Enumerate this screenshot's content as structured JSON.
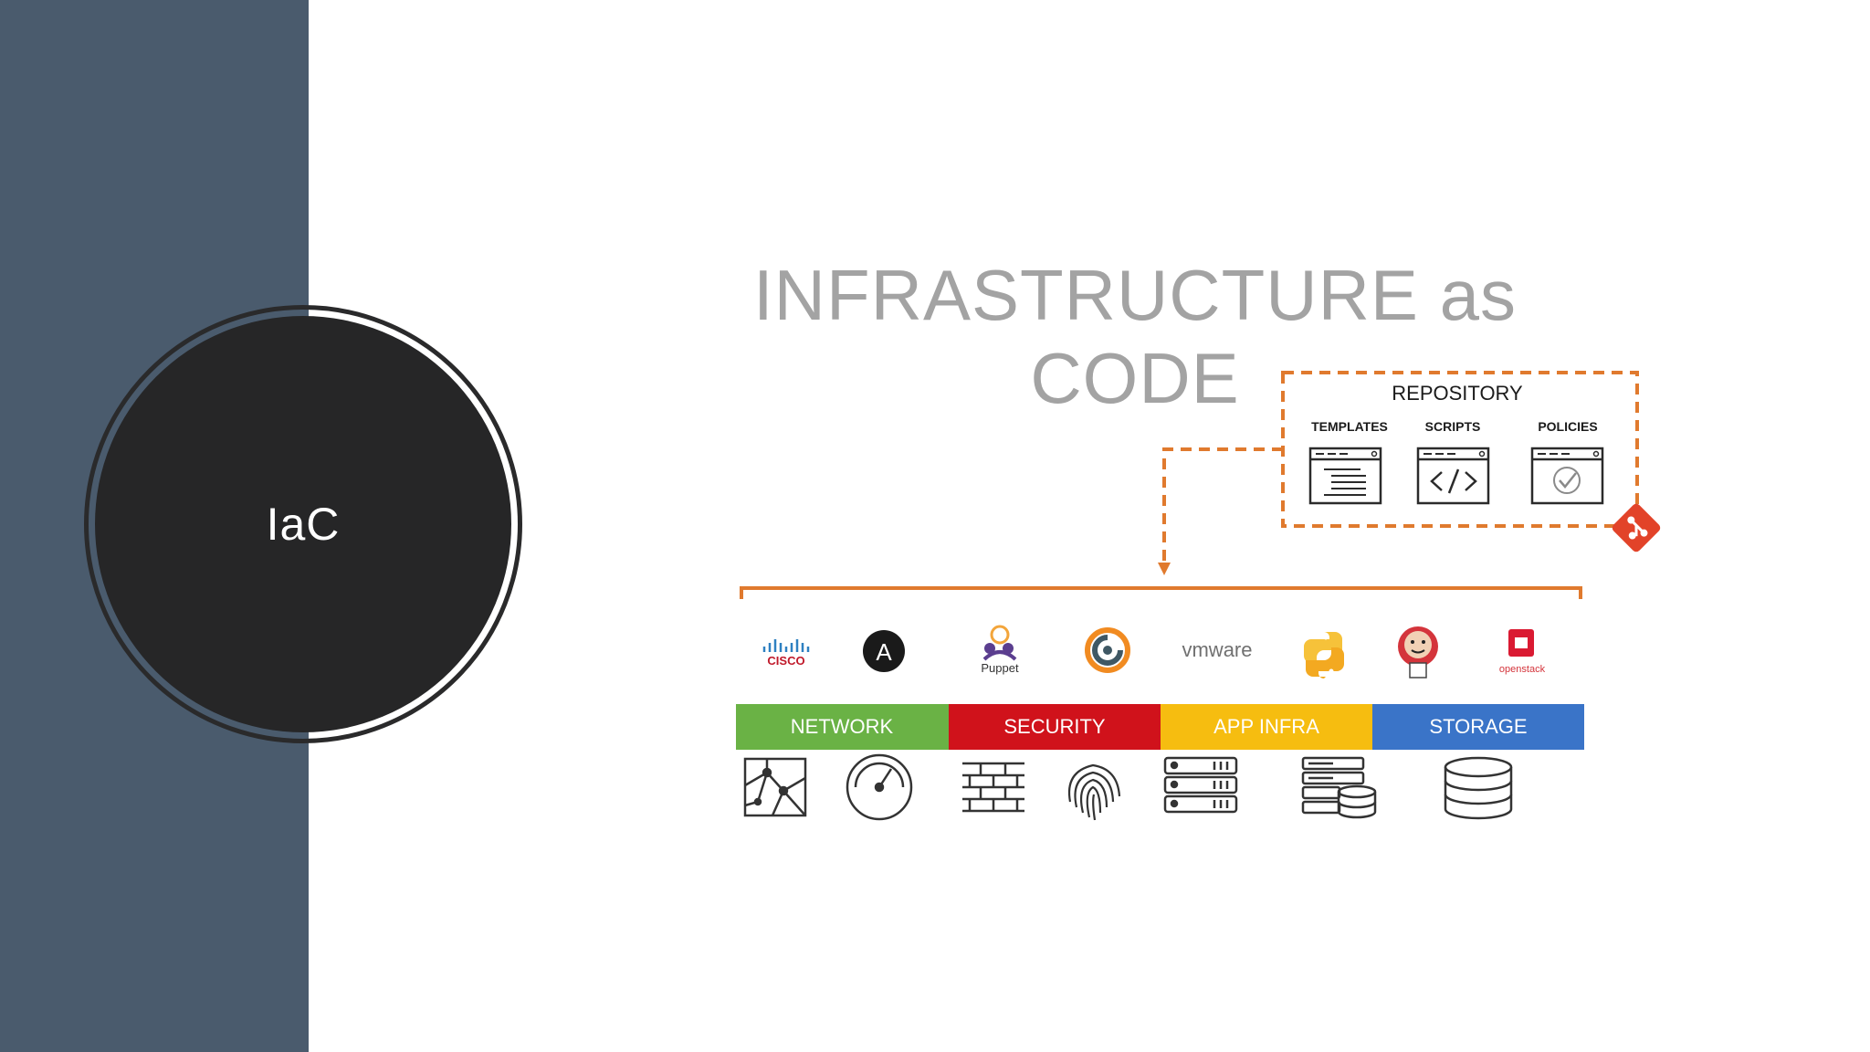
{
  "slide": {
    "circle_label": "IaC",
    "title": "INFRASTRUCTURE as CODE"
  },
  "repository": {
    "title": "REPOSITORY",
    "items": [
      {
        "label": "TEMPLATES",
        "icon": "template-document-icon"
      },
      {
        "label": "SCRIPTS",
        "icon": "code-script-icon"
      },
      {
        "label": "POLICIES",
        "icon": "policy-check-icon"
      }
    ],
    "badge_icon": "git-icon"
  },
  "tools": [
    {
      "name": "cisco",
      "label": "CISCO"
    },
    {
      "name": "ansible",
      "label": "A"
    },
    {
      "name": "puppet",
      "label": "Puppet"
    },
    {
      "name": "chef",
      "label": ""
    },
    {
      "name": "vmware",
      "label": "vmware"
    },
    {
      "name": "python",
      "label": ""
    },
    {
      "name": "jenkins",
      "label": ""
    },
    {
      "name": "openstack",
      "label": "openstack"
    }
  ],
  "categories": [
    {
      "label": "NETWORK",
      "color": "#6ab245"
    },
    {
      "label": "SECURITY",
      "color": "#d0121b"
    },
    {
      "label": "APP INFRA",
      "color": "#f6bd10"
    },
    {
      "label": "STORAGE",
      "color": "#3a74c8"
    }
  ],
  "resource_icons": [
    "network-topology-icon",
    "gauge-icon",
    "firewall-brick-icon",
    "fingerprint-icon",
    "server-rack-icon",
    "server-database-icon",
    "database-storage-icon"
  ],
  "colors": {
    "sidebar": "#4a5b6d",
    "circle": "#262627",
    "accent_orange": "#e07a2e",
    "title_gray": "#a3a3a3",
    "git_red": "#e24329"
  }
}
